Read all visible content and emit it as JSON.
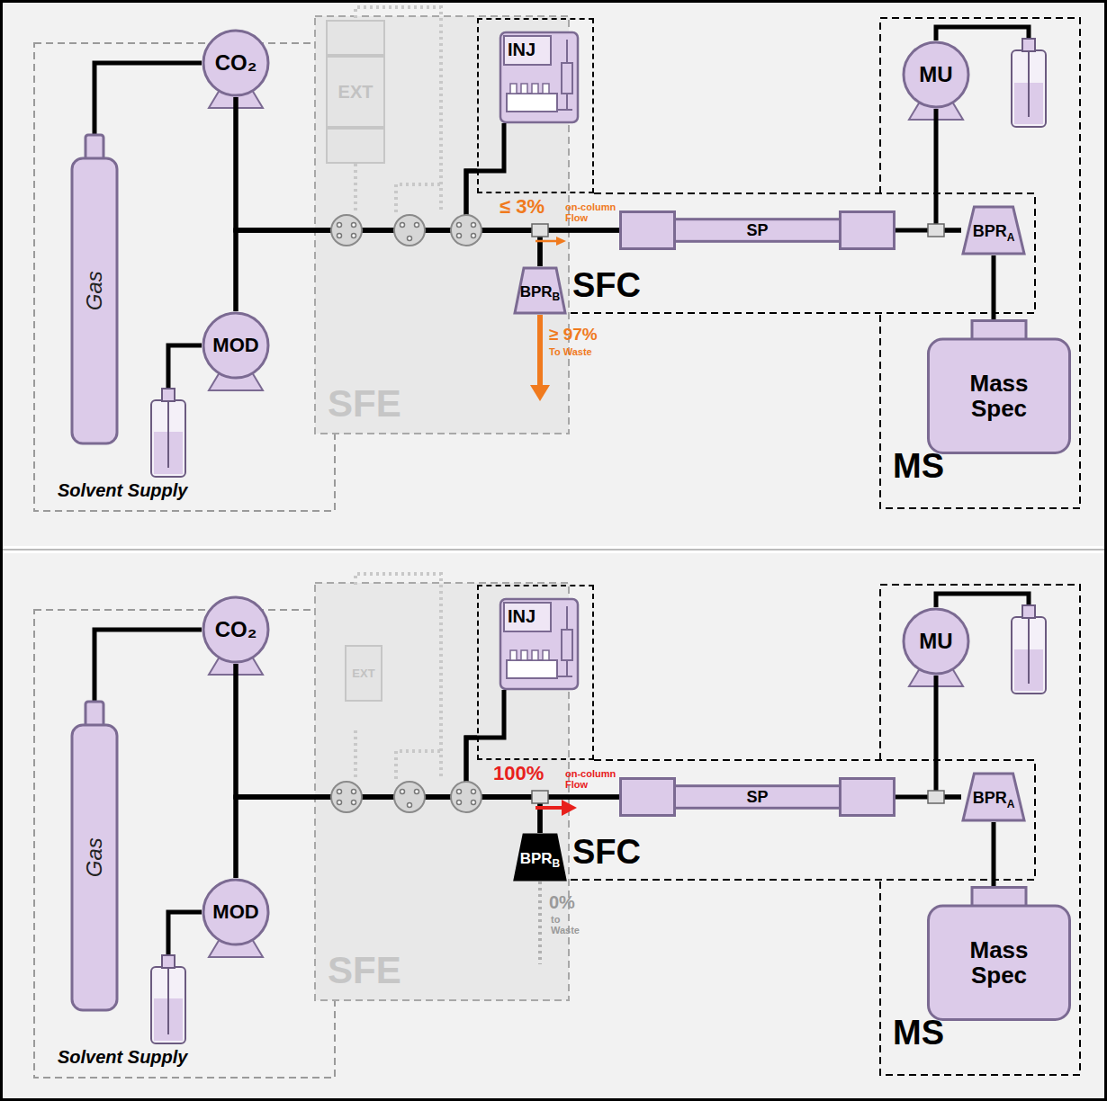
{
  "diagram": {
    "nodes": [
      {
        "text": [
          "Solvent Supply"
        ]
      },
      {
        "text": [
          "Gas"
        ],
        "in": 0
      },
      {
        "text": [
          "CO₂"
        ],
        "in": 0
      },
      {
        "text": [
          "MOD"
        ],
        "in": 0
      },
      {
        "text": [
          "SFE"
        ]
      },
      {
        "text": [
          "EXT"
        ],
        "in": 4
      },
      {
        "text": [
          "BPR",
          "B"
        ],
        "in": 4
      },
      {
        "text": [
          "INJ"
        ]
      },
      {
        "text": [
          "SFC"
        ]
      },
      {
        "text": [
          "SP"
        ],
        "in": 8
      },
      {
        "text": [
          "BPR",
          "A"
        ],
        "in": 8
      },
      {
        "text": [
          "MS"
        ]
      },
      {
        "text": [
          "MU"
        ],
        "in": 11
      },
      {
        "text": [
          "Mass Spec"
        ],
        "in": 11
      },
      {
        "text": [
          "Solvent Supply"
        ]
      },
      {
        "text": [
          "Gas"
        ],
        "in": 14
      },
      {
        "text": [
          "CO₂"
        ],
        "in": 14
      },
      {
        "text": [
          "MOD"
        ],
        "in": 14
      },
      {
        "text": [
          "SFE"
        ]
      },
      {
        "text": [
          "EXT"
        ],
        "in": 18
      },
      {
        "text": [
          "BPR",
          "B"
        ],
        "in": 18
      },
      {
        "text": [
          "INJ"
        ]
      },
      {
        "text": [
          "SFC"
        ]
      },
      {
        "text": [
          "SP"
        ],
        "in": 22
      },
      {
        "text": [
          "BPR",
          "A"
        ],
        "in": 22
      },
      {
        "text": [
          "MS"
        ]
      },
      {
        "text": [
          "MU"
        ],
        "in": 25
      },
      {
        "text": [
          "Mass Spec"
        ],
        "in": 25
      }
    ],
    "edges": [
      {
        "from": 1,
        "to": 2,
        "arrow": "none"
      },
      {
        "from": 2,
        "to": 9,
        "arrow": "none"
      },
      {
        "from": 3,
        "to": 9,
        "arrow": "none"
      },
      {
        "from": 7,
        "to": 9,
        "arrow": "none"
      },
      {
        "from": 2,
        "to": 6,
        "arrow": "none"
      },
      {
        "from": 3,
        "to": 6,
        "arrow": "none"
      },
      {
        "from": 7,
        "to": 6,
        "arrow": "none"
      },
      {
        "from": 9,
        "to": 10,
        "arrow": "none"
      },
      {
        "from": 12,
        "to": 10,
        "arrow": "none"
      },
      {
        "from": 10,
        "to": 13,
        "arrow": "none"
      },
      {
        "from": 15,
        "to": 16,
        "arrow": "none"
      },
      {
        "from": 16,
        "to": 23,
        "arrow": "none"
      },
      {
        "from": 17,
        "to": 23,
        "arrow": "none"
      },
      {
        "from": 21,
        "to": 23,
        "arrow": "none"
      },
      {
        "from": 16,
        "to": 20,
        "arrow": "none"
      },
      {
        "from": 17,
        "to": 20,
        "arrow": "none"
      },
      {
        "from": 21,
        "to": 20,
        "arrow": "none"
      },
      {
        "from": 23,
        "to": 24,
        "arrow": "none"
      },
      {
        "from": 26,
        "to": 24,
        "arrow": "none"
      },
      {
        "from": 24,
        "to": 27,
        "arrow": "none"
      }
    ],
    "labels": [
      "≤ 3%",
      "on-column Flow",
      "≥ 97%",
      "To Waste",
      "100%",
      "on-column Flow",
      "0%",
      "to Waste"
    ]
  }
}
